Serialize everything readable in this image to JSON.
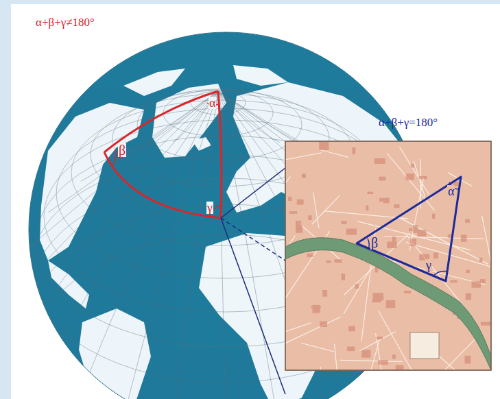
{
  "diagram": {
    "labels": [
      "α+β+γ≠180°",
      "α",
      "β",
      "γ",
      "α+β+γ=180°",
      "α",
      "β",
      "γ"
    ]
  }
}
